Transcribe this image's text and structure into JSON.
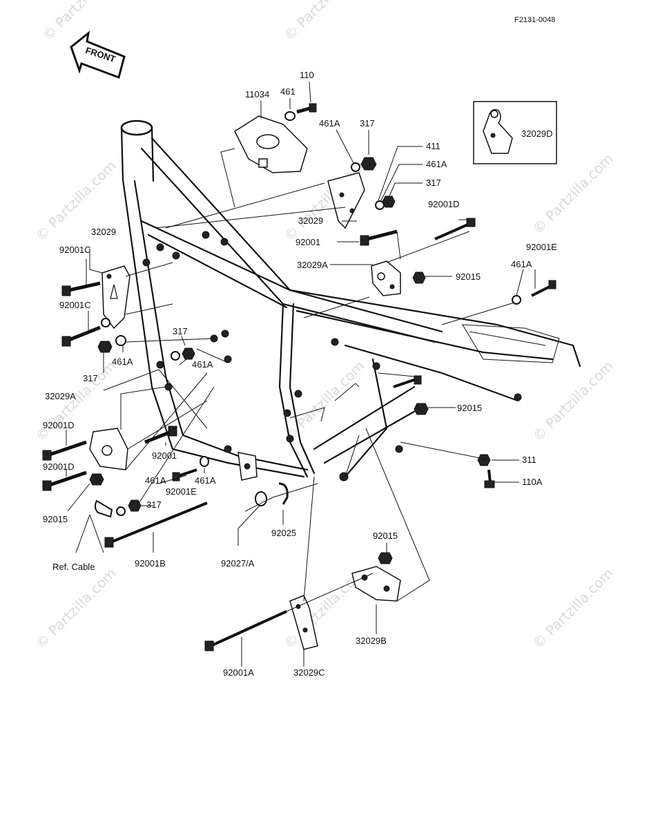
{
  "diagram_code": "F2131-0048",
  "front_label": "FRONT",
  "watermark": "© Partzilla.com",
  "ref_note": "Ref. Cable",
  "colors": {
    "ink": "#111111",
    "watermark": "#d9d9d9",
    "background": "#ffffff"
  },
  "parts": [
    "11034",
    "110",
    "461",
    "461A",
    "317",
    "411",
    "461A",
    "317",
    "32029",
    "92001",
    "92001D",
    "32029A",
    "92015",
    "461A",
    "92001E",
    "32029D",
    "32029",
    "92001C",
    "92001C",
    "317",
    "461A",
    "317",
    "461A",
    "317",
    "32029A",
    "92001D",
    "92001",
    "92001D",
    "92015",
    "461A",
    "317",
    "461A",
    "92001E",
    "92015",
    "311",
    "110A",
    "92025",
    "92027/A",
    "92001B",
    "92015",
    "32029B",
    "32029C",
    "92001A"
  ]
}
